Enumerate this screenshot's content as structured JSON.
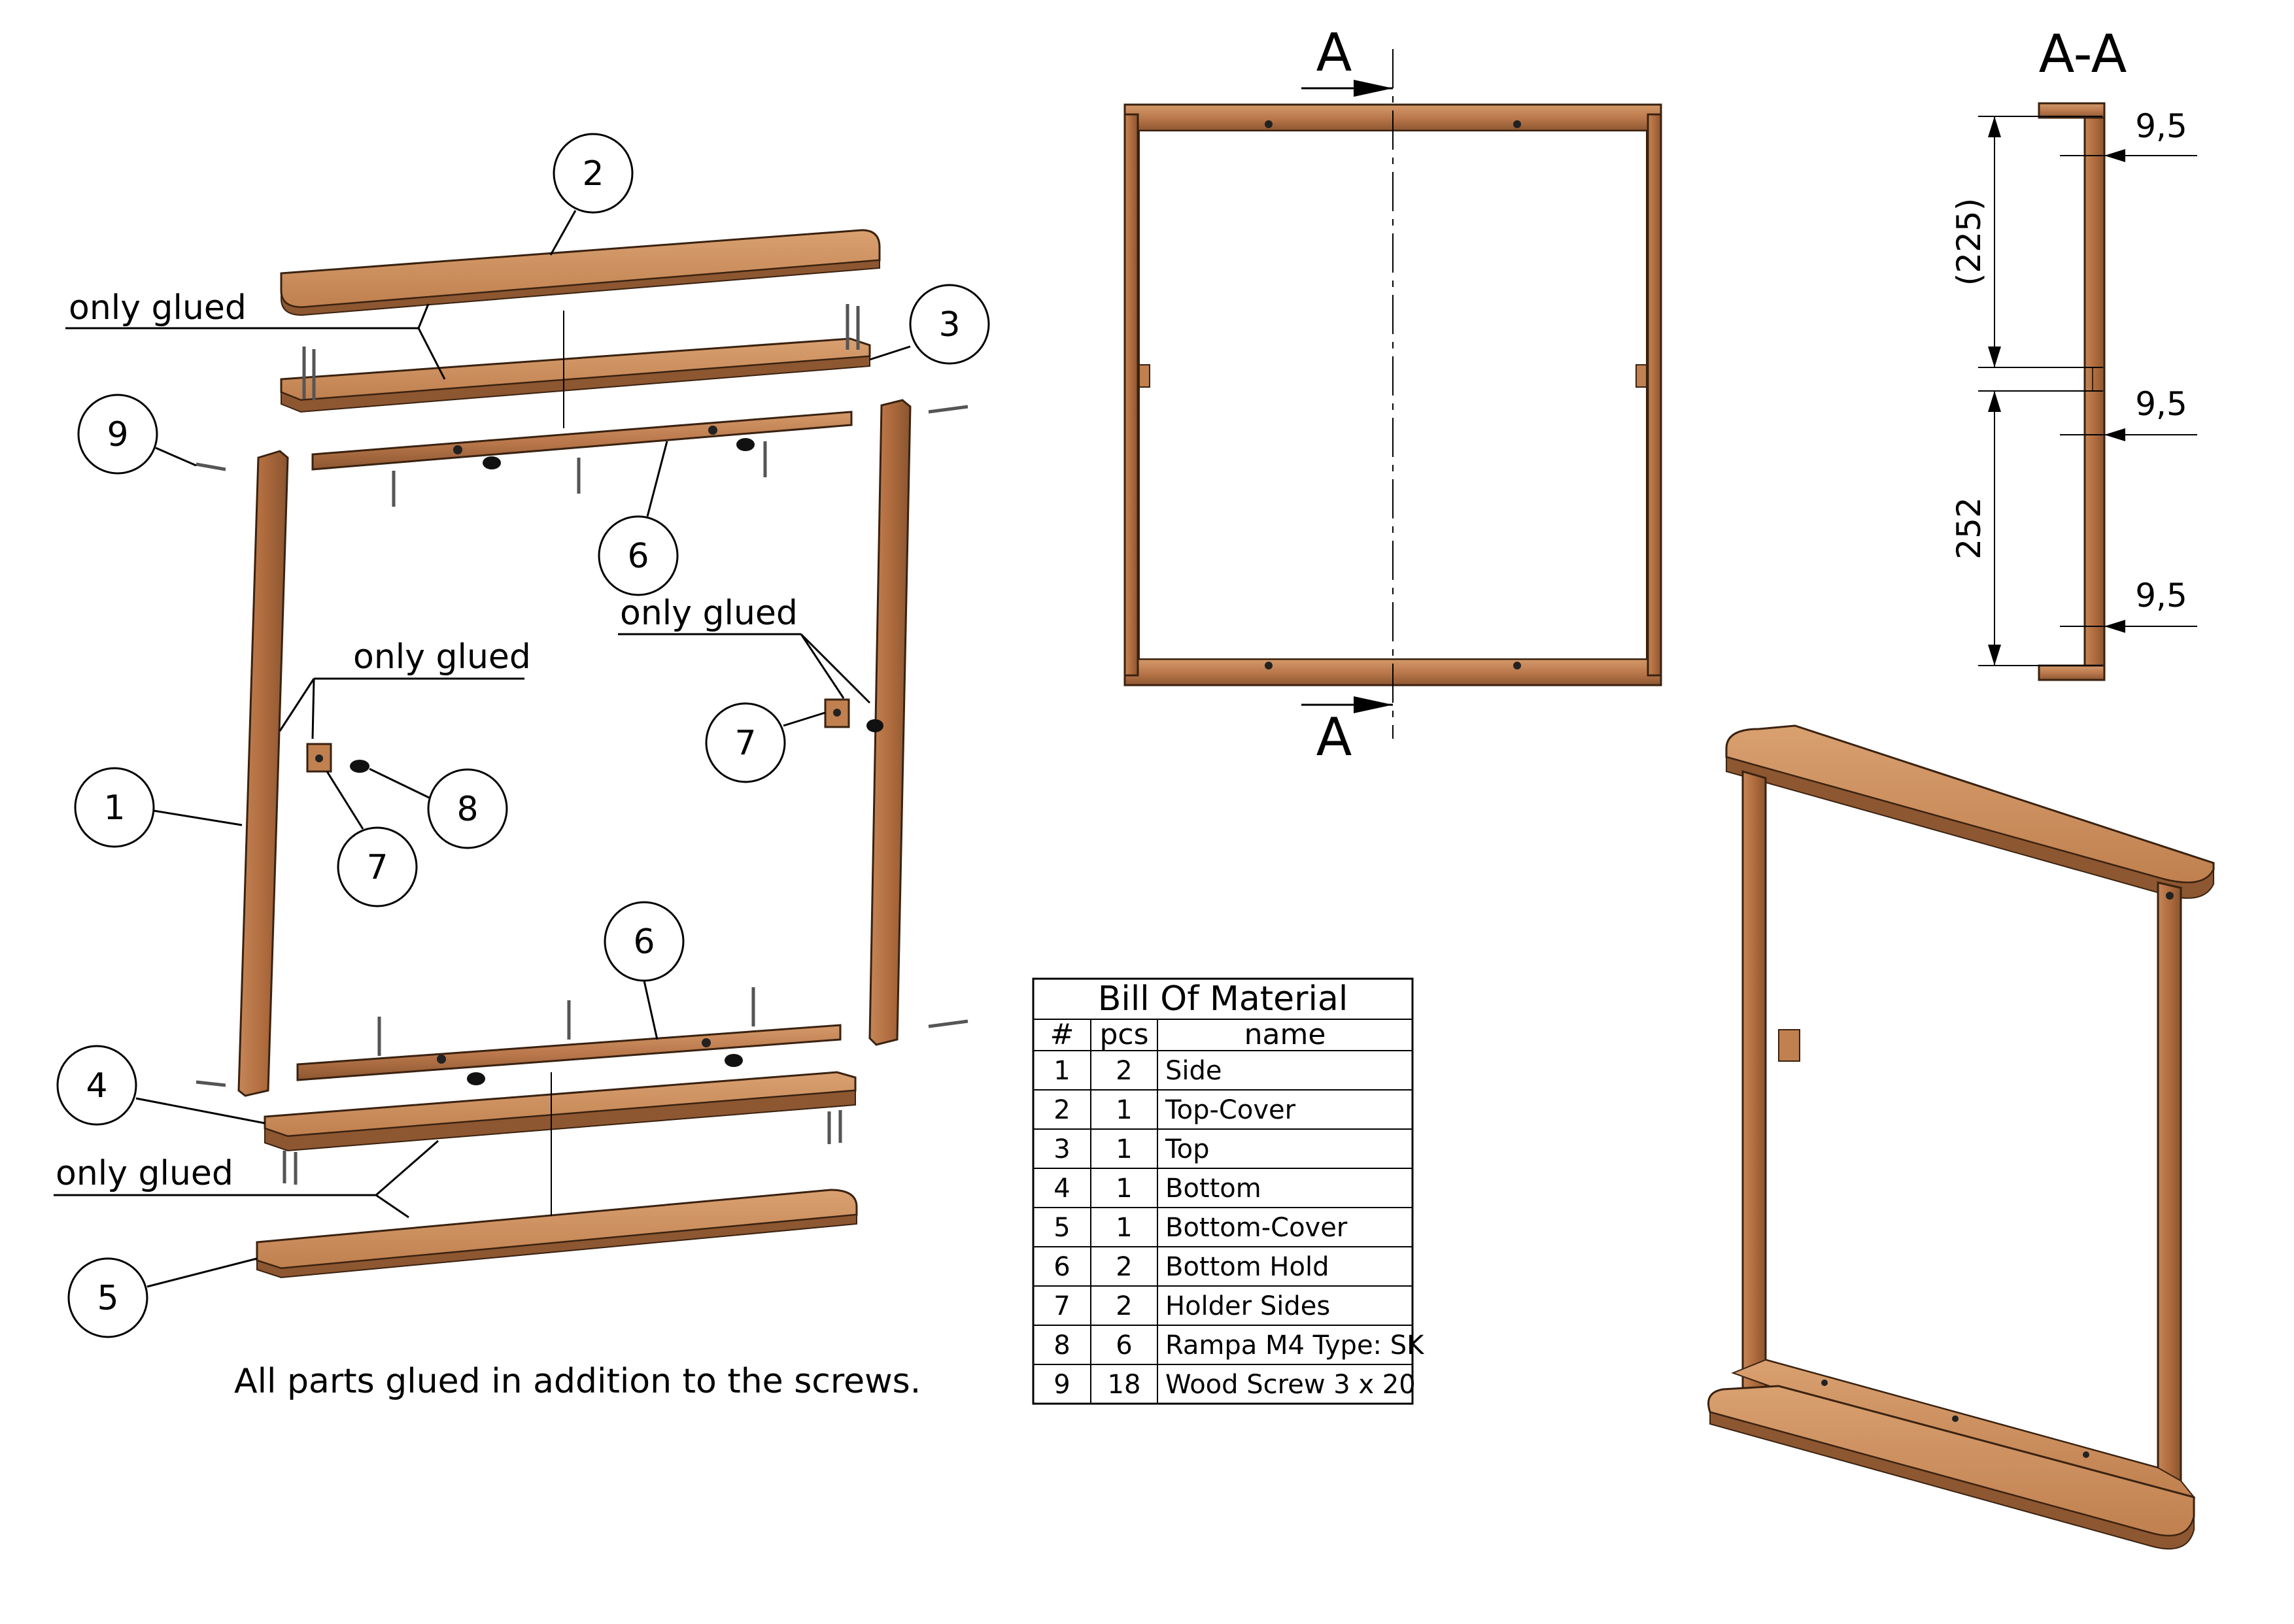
{
  "labels": {
    "only_glued": "only glued",
    "footer_note": "All parts glued in addition to the screws.",
    "section_marker": "A",
    "section_title": "A-A"
  },
  "dimensions": {
    "d1": "9,5",
    "d2": "9,5",
    "d3": "9,5",
    "upper": "(225)",
    "lower": "252"
  },
  "balloons": [
    "1",
    "2",
    "3",
    "4",
    "5",
    "6",
    "6",
    "7",
    "7",
    "8",
    "9"
  ],
  "bom": {
    "title": "Bill Of Material",
    "headers": [
      "#",
      "pcs",
      "name"
    ],
    "rows": [
      {
        "num": "1",
        "pcs": "2",
        "name": "Side"
      },
      {
        "num": "2",
        "pcs": "1",
        "name": "Top-Cover"
      },
      {
        "num": "3",
        "pcs": "1",
        "name": "Top"
      },
      {
        "num": "4",
        "pcs": "1",
        "name": "Bottom"
      },
      {
        "num": "5",
        "pcs": "1",
        "name": "Bottom-Cover"
      },
      {
        "num": "6",
        "pcs": "2",
        "name": "Bottom Hold"
      },
      {
        "num": "7",
        "pcs": "2",
        "name": "Holder Sides"
      },
      {
        "num": "8",
        "pcs": "6",
        "name": "Rampa M4 Type: SK"
      },
      {
        "num": "9",
        "pcs": "18",
        "name": "Wood Screw 3 x 20"
      }
    ]
  },
  "colors": {
    "wood": "#b8764a",
    "wood_light": "#d89a68",
    "wood_dark": "#7d4a28",
    "ink": "#000000"
  }
}
